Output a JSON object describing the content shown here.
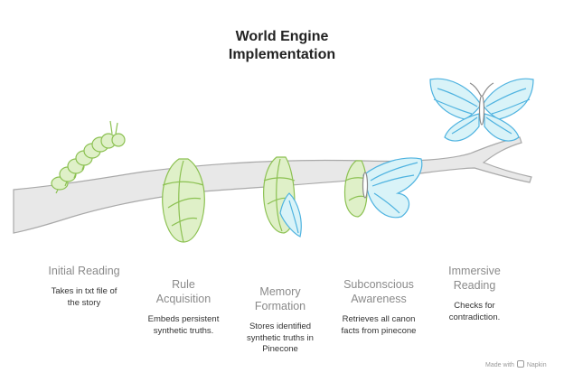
{
  "title_line1": "World Engine",
  "title_line2": "Implementation",
  "stages": [
    {
      "name_line1": "Initial Reading",
      "name_line2": "",
      "desc_line1": "Takes in txt file of",
      "desc_line2": "the story",
      "desc_line3": ""
    },
    {
      "name_line1": "Rule",
      "name_line2": "Acquisition",
      "desc_line1": "Embeds persistent",
      "desc_line2": "synthetic truths.",
      "desc_line3": ""
    },
    {
      "name_line1": "Memory",
      "name_line2": "Formation",
      "desc_line1": "Stores identified",
      "desc_line2": "synthetic truths in",
      "desc_line3": "Pinecone"
    },
    {
      "name_line1": "Subconscious",
      "name_line2": "Awareness",
      "desc_line1": "Retrieves all canon",
      "desc_line2": "facts from pinecone",
      "desc_line3": ""
    },
    {
      "name_line1": "Immersive",
      "name_line2": "Reading",
      "desc_line1": "Checks for",
      "desc_line2": "contradiction.",
      "desc_line3": ""
    }
  ],
  "footer": {
    "made_with": "Made with",
    "brand": "Napkin"
  },
  "colors": {
    "branch": "#e8e8e8",
    "branch_outline": "#a9a9a9",
    "green_fill": "#dff0c8",
    "green_stroke": "#8cc152",
    "blue_fill": "#d9f3f8",
    "blue_stroke": "#4fb3e0"
  },
  "icons": [
    "branch",
    "caterpillar-icon",
    "chrysalis-icon",
    "chrysalis-opening-icon",
    "emerging-butterfly-icon",
    "butterfly-icon"
  ]
}
